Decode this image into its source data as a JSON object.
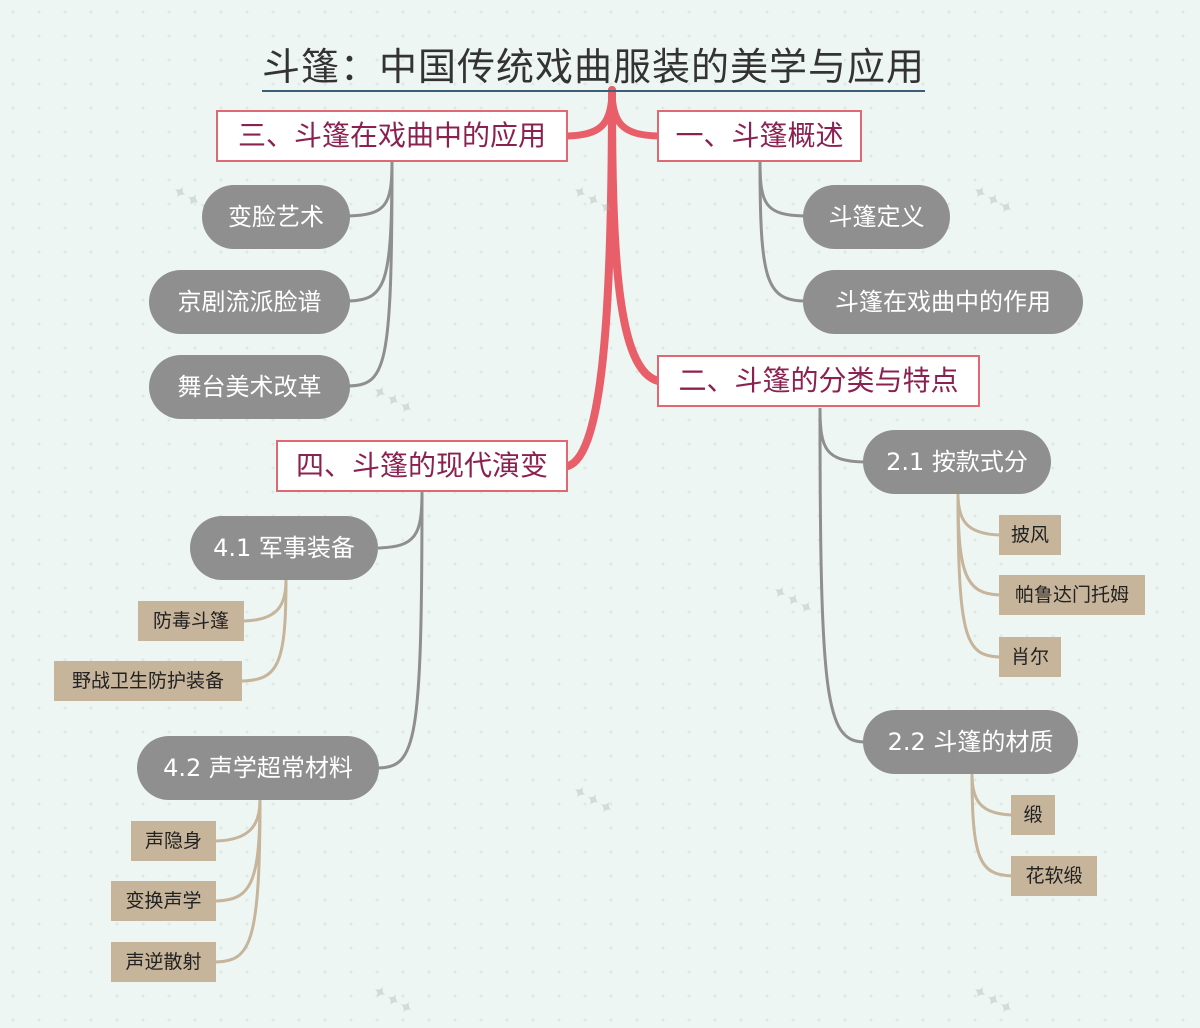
{
  "title": "斗篷：中国传统戏曲服装的美学与应用",
  "branches": {
    "b1": {
      "label": "一、斗篷概述",
      "children": [
        "斗篷定义",
        "斗篷在戏曲中的作用"
      ]
    },
    "b2": {
      "label": "二、斗篷的分类与特点",
      "children": [
        {
          "label": "2.1 按款式分",
          "items": [
            "披风",
            "帕鲁达门托姆",
            "肖尔"
          ]
        },
        {
          "label": "2.2 斗篷的材质",
          "items": [
            "缎",
            "花软缎"
          ]
        }
      ]
    },
    "b3": {
      "label": "三、斗篷在戏曲中的应用",
      "children": [
        "变脸艺术",
        "京剧流派脸谱",
        "舞台美术改革"
      ]
    },
    "b4": {
      "label": "四、斗篷的现代演变",
      "children": [
        {
          "label": "4.1 军事装备",
          "items": [
            "防毒斗篷",
            "野战卫生防护装备"
          ]
        },
        {
          "label": "4.2 声学超常材料",
          "items": [
            "声隐身",
            "变换声学",
            "声逆散射"
          ]
        }
      ]
    }
  },
  "colors": {
    "main_branch": "#e85f69",
    "sub_line": "#8f8f8f",
    "leaf_line": "#c6b49b",
    "l1_text": "#8b2150"
  }
}
